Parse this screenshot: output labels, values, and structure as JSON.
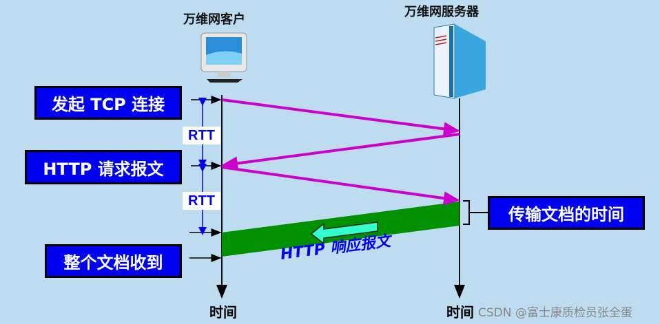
{
  "client_title": "万维网客户",
  "server_title": "万维网服务器",
  "labels": {
    "tcp_connect": "发起 TCP 连接",
    "http_request": "HTTP 请求报文",
    "doc_received": "整个文档收到",
    "transfer_time": "传输文档的时间",
    "http_response": "HTTP 响应报文"
  },
  "rtt": [
    "RTT",
    "RTT"
  ],
  "time_labels": [
    "时间",
    "时间"
  ],
  "watermark": "CSDN @富士康质检员张全蛋",
  "colors": {
    "background": "#bddcf0",
    "message": "#cc00cc",
    "response_band": "#009000",
    "label_box": "#0000f0",
    "rtt": "#0000f0"
  }
}
